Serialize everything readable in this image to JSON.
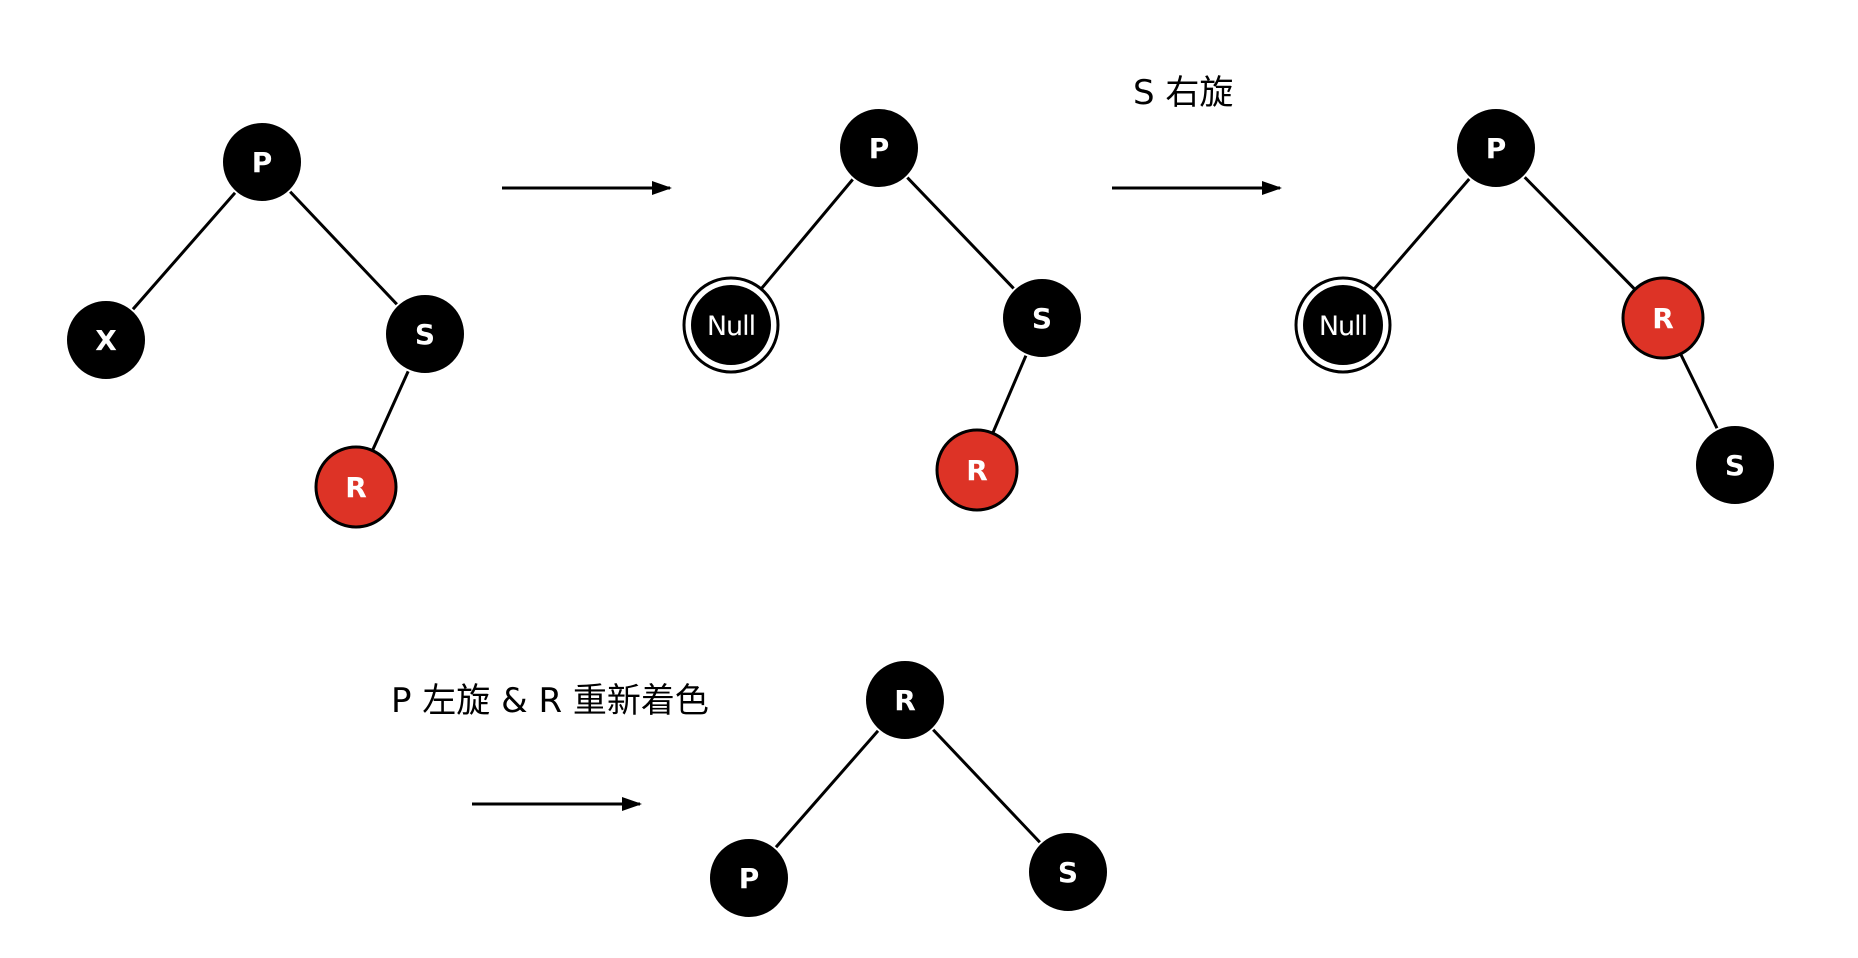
{
  "colors": {
    "black": "#000000",
    "red": "#dd3326",
    "white": "#ffffff",
    "edge": "#000000"
  },
  "nodes": {
    "d1_p": "P",
    "d1_x": "X",
    "d1_s": "S",
    "d1_r": "R",
    "d2_p": "P",
    "d2_null": "Null",
    "d2_s": "S",
    "d2_r": "R",
    "d3_p": "P",
    "d3_null": "Null",
    "d3_r": "R",
    "d3_s": "S",
    "d4_r": "R",
    "d4_p": "P",
    "d4_s": "S"
  },
  "captions": {
    "step2": "S 右旋",
    "step3": "P 左旋 & R 重新着色"
  }
}
